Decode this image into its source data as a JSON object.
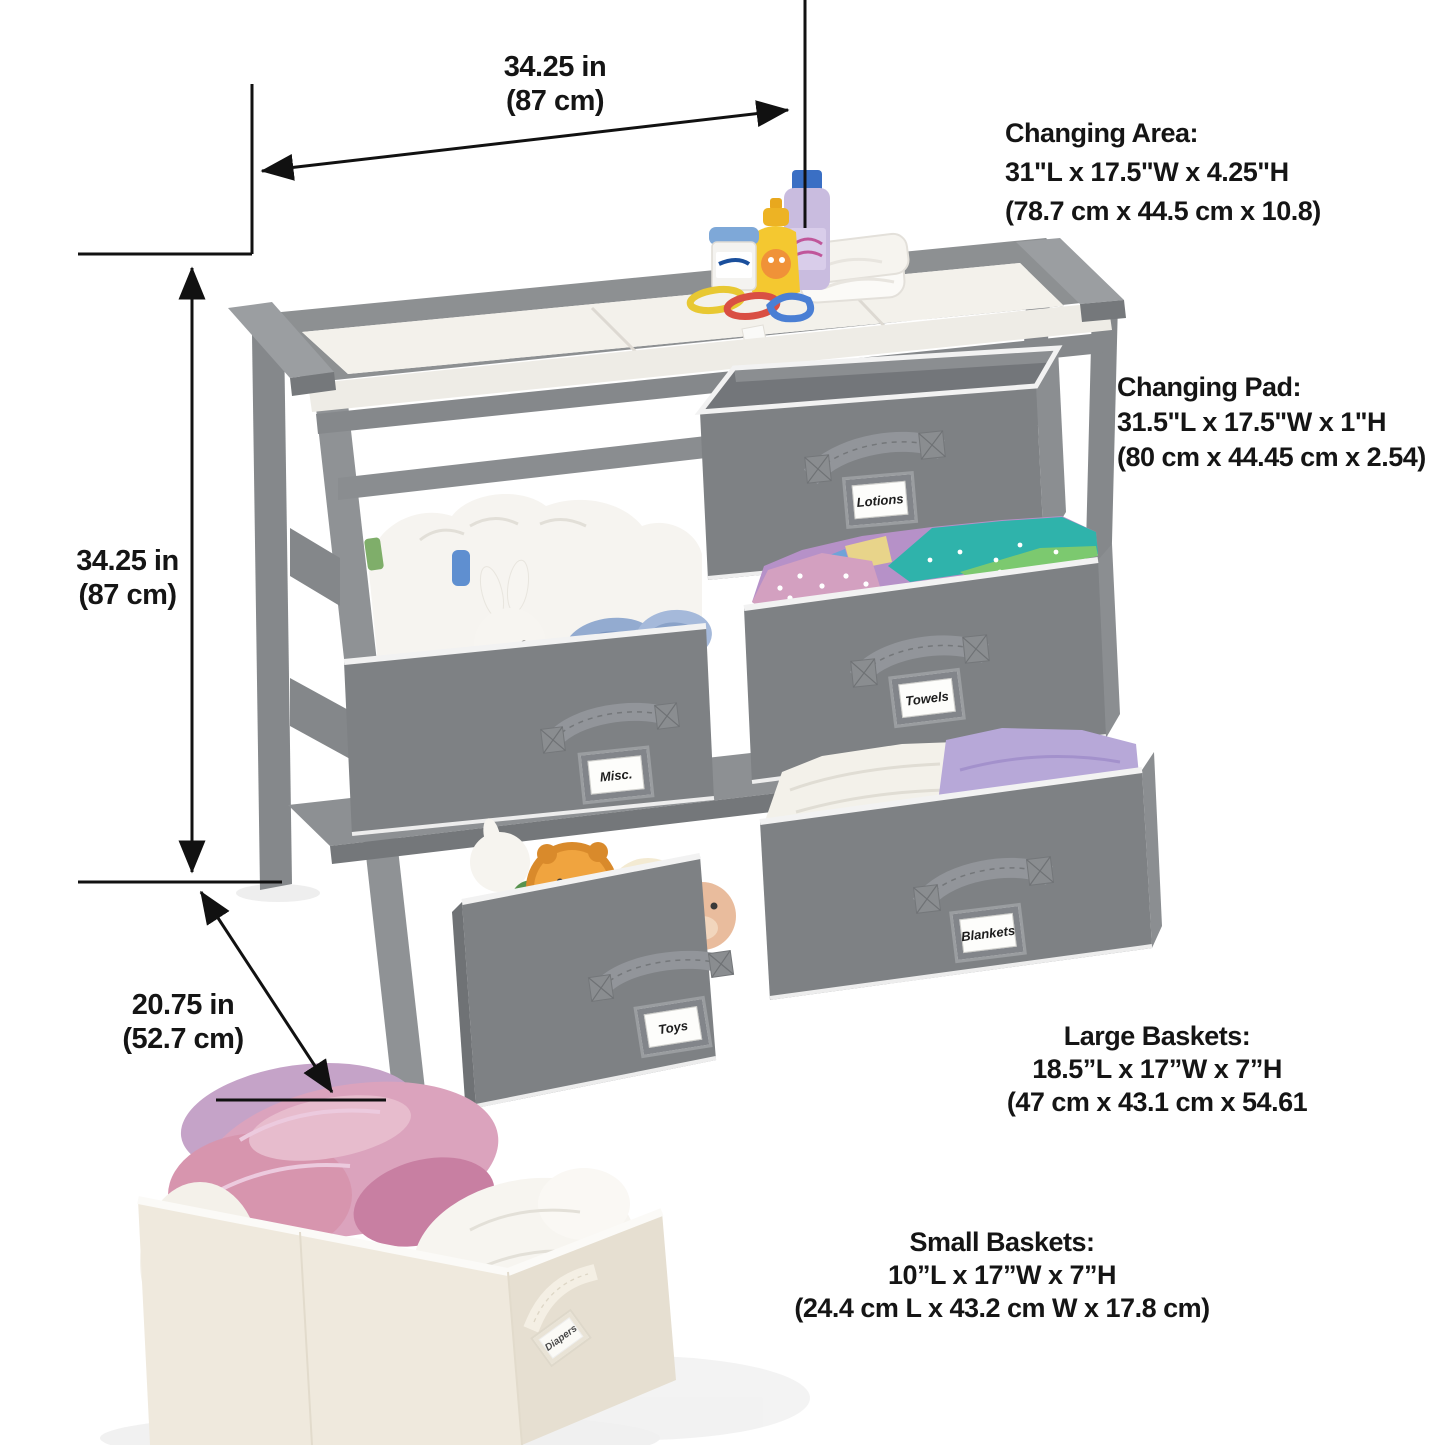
{
  "image_type": "product dimension diagram",
  "product": "baby changing table with storage baskets",
  "annotations": {
    "width_top": {
      "line1": "34.25 in",
      "line2": "(87 cm)"
    },
    "height_left": {
      "line1": "34.25 in",
      "line2": "(87 cm)"
    },
    "depth_bottom": {
      "line1": "20.75 in",
      "line2": "(52.7 cm)"
    },
    "changing_area": {
      "title": "Changing Area:",
      "imperial": "31\"L x 17.5\"W x 4.25\"H",
      "metric": "(78.7 cm x 44.5 cm x 10.8)"
    },
    "changing_pad": {
      "title": "Changing Pad:",
      "imperial": "31.5\"L x 17.5\"W x 1\"H",
      "metric": "(80 cm x 44.45 cm x 2.54)"
    },
    "large_baskets": {
      "title": "Large Baskets:",
      "imperial": "18.5”L x 17”W x 7”H",
      "metric": "(47 cm x 43.1 cm x 54.61"
    },
    "small_baskets": {
      "title": "Small Baskets:",
      "imperial": "10”L x 17”W x 7”H",
      "metric": "(24.4 cm L x 43.2 cm W x 17.8 cm)"
    }
  },
  "basket_labels": {
    "lotions": "Lotions",
    "towels": "Towels",
    "misc": "Misc.",
    "toys": "Toys",
    "blankets": "Blankets",
    "diapers": "Diapers"
  },
  "colors": {
    "background": "#ffffff",
    "annotation_text": "#151515",
    "dimension_lines": "#111111",
    "wood_frame": "#8d9092",
    "basket_fabric": "#7e8184",
    "basket_trim": "#f2f2f2",
    "small_basket_fabric": "#efe9dd",
    "changing_pad": "#f3f1eb"
  }
}
